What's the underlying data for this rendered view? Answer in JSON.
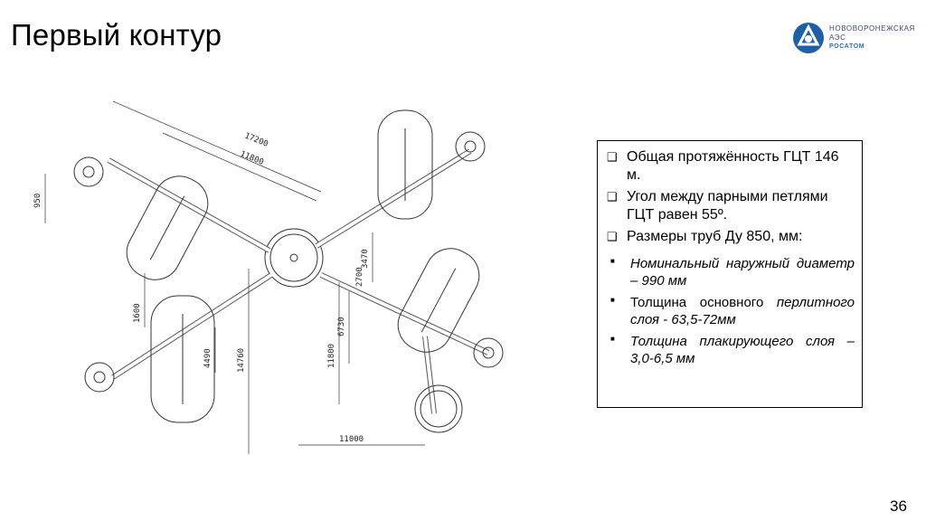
{
  "title": "Первый контур",
  "logo": {
    "line1": "НОВОВОРОНЕЖСКАЯ",
    "line2": "АЭС",
    "line3": "РОСАТОМ",
    "color": "#1f5fa8"
  },
  "drawing": {
    "dims": [
      "17200",
      "11800",
      "950",
      "1600",
      "3470",
      "2700",
      "6730",
      "11800",
      "14760",
      "4490",
      "11000"
    ]
  },
  "info": {
    "bullets": [
      "Общая протяжённость ГЦТ 146 м.",
      "Угол между парными петлями ГЦТ равен 55º.",
      "Размеры труб Ду 850, мм:"
    ],
    "subitems": [
      {
        "a": "Номинальный наружный диаметр – 990 мм",
        "b": ""
      },
      {
        "a": "Толщина основного ",
        "b": "перлитного слоя - 63,5-72мм"
      },
      {
        "a": "Толщина плакирующего слоя – 3,0-6,5 мм",
        "b": ""
      }
    ]
  },
  "page_number": "36"
}
